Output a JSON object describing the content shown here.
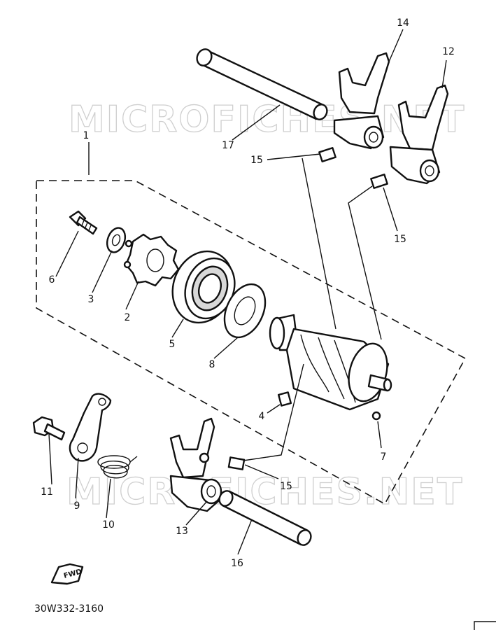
{
  "watermark": "MICROFICHES.NET",
  "callouts": {
    "c1": "1",
    "c2": "2",
    "c3": "3",
    "c4": "4",
    "c5": "5",
    "c6": "6",
    "c7": "7",
    "c8": "8",
    "c9": "9",
    "c10": "10",
    "c11": "11",
    "c12": "12",
    "c13": "13",
    "c14": "14",
    "c15a": "15",
    "c15b": "15",
    "c15c": "15",
    "c16": "16",
    "c17": "17"
  },
  "fwd_label": "FWD",
  "drawing_code": "30W332-3160",
  "colors": {
    "line": "#111111",
    "watermark": "#cfcfcf",
    "background": "#ffffff"
  }
}
